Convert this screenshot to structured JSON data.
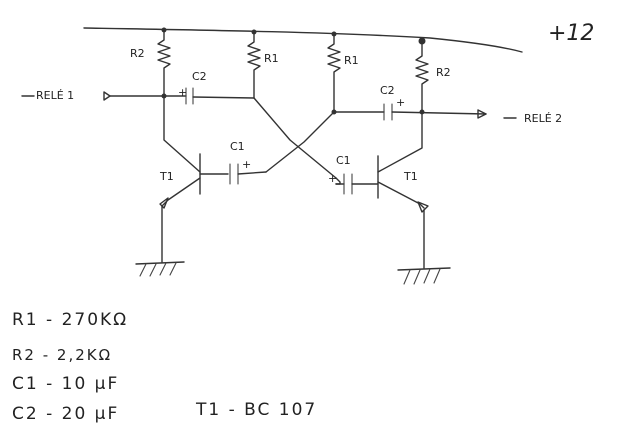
{
  "supply_label": "+12",
  "outputs": {
    "left": "RELÉ 1",
    "right": "RELÉ 2"
  },
  "labels": {
    "r1": "R1",
    "r2": "R2",
    "c1": "C1",
    "c2": "C2",
    "t1": "T1",
    "plus": "+"
  },
  "legend": {
    "r1": "R1 - 270KΩ",
    "r2": "R2 - 2,2KΩ",
    "c1": "C1 - 10 μF",
    "c2": "C2 - 20 μF",
    "t1": "T1 - BC 107"
  }
}
